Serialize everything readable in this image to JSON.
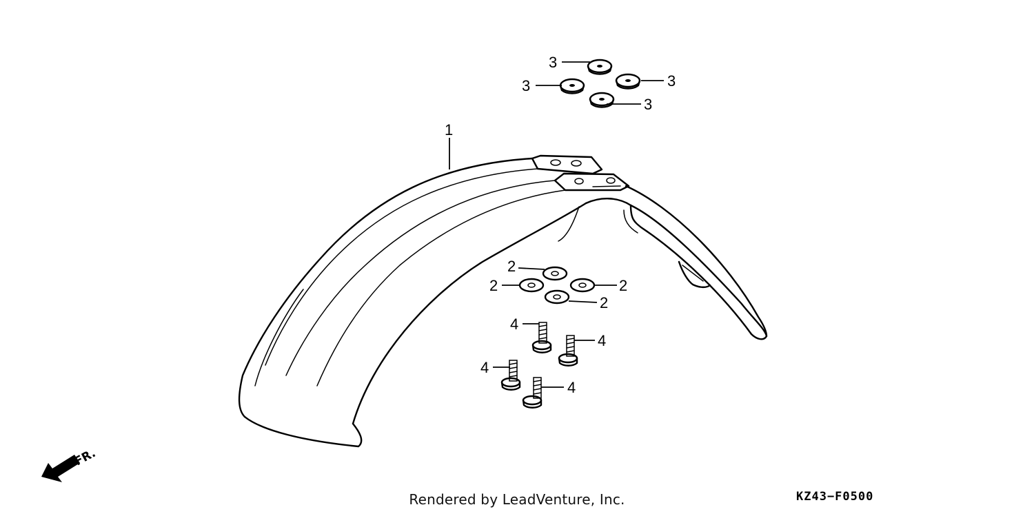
{
  "diagram": {
    "callouts": {
      "c1": "1",
      "c2a": "2",
      "c2b": "2",
      "c2c": "2",
      "c2d": "2",
      "c3a": "3",
      "c3b": "3",
      "c3c": "3",
      "c3d": "3",
      "c4a": "4",
      "c4b": "4",
      "c4c": "4",
      "c4d": "4"
    },
    "direction_label": "FR.",
    "credit": "Rendered by LeadVenture, Inc.",
    "diagram_code": "KZ43−F0500"
  }
}
